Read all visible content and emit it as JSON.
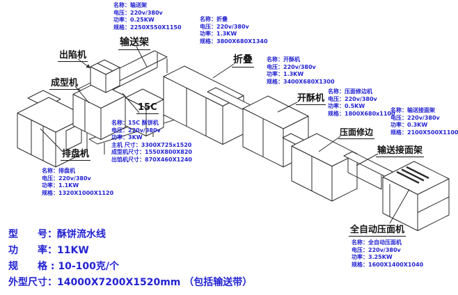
{
  "colors": {
    "spec_text": "#2323d2",
    "label_text": "#141414",
    "line_art": "#2a2a2a",
    "background": "#ffffff"
  },
  "machine_labels": [
    {
      "id": "conveyor-rack",
      "text": "输送架"
    },
    {
      "id": "filling-outlet",
      "text": "出陷机"
    },
    {
      "id": "folding",
      "text": "折叠"
    },
    {
      "id": "forming-machine",
      "text": "成型机"
    },
    {
      "id": "15c",
      "text": "15C"
    },
    {
      "id": "sheeter",
      "text": "开酥机"
    },
    {
      "id": "press-trimming",
      "text": "压面修边"
    },
    {
      "id": "conveyor-joint",
      "text": "输送接面架"
    },
    {
      "id": "tray-arranger",
      "text": "排盘机"
    },
    {
      "id": "auto-press",
      "text": "全自动压面机"
    }
  ],
  "spec_blocks": [
    {
      "id": "conveyor-rack",
      "lines": [
        "名称：输送架",
        "电压：220v/380v",
        "功率：0.25KW",
        "规格：2250X550X1150"
      ]
    },
    {
      "id": "folding",
      "lines": [
        "名称：折叠",
        "电压：220v/380v",
        "功率：1.3KW",
        "规格：3800X680X1340"
      ]
    },
    {
      "id": "sheeter",
      "lines": [
        "名称：开酥机",
        "电压：220v/380v",
        "功率：1.3KW",
        "规格：3400X680X1300"
      ]
    },
    {
      "id": "press-trimming",
      "lines": [
        "名称：压面修边机",
        "电压：220v/380v",
        "功率：0.5KW",
        "规格：1800X680x1100"
      ]
    },
    {
      "id": "conveyor-joint",
      "lines": [
        "名称：输送接面架",
        "电压：220v/380v",
        "功率：0.3KW",
        "规格：2100X500X1100"
      ]
    },
    {
      "id": "15c-pastry-machine",
      "lines": [
        "名称：15C 酥饼机",
        "电压：220v/380v",
        "功率：3KW",
        "主机 尺寸：3300X725x1520",
        "成型机尺寸：1550X800X820",
        "出馅机尺寸：870X460X1240"
      ]
    },
    {
      "id": "tray-arranger",
      "lines": [
        "名称：排盘机",
        "电压：220v/380v",
        "功率：1.1KW",
        "规格：1320X1000X1120"
      ]
    },
    {
      "id": "auto-press",
      "lines": [
        "名称：全自动压面机",
        "电压：220v/380v",
        "功率：3.25KW",
        "规格：1600X1400X1040"
      ]
    }
  ],
  "summary": {
    "rows": [
      "型　　号：酥饼流水线",
      "功　　率：11KW",
      "规　　格 : 10-100克/个",
      "外型尺寸：14000X7200X1520mm （包括输送带）"
    ]
  }
}
